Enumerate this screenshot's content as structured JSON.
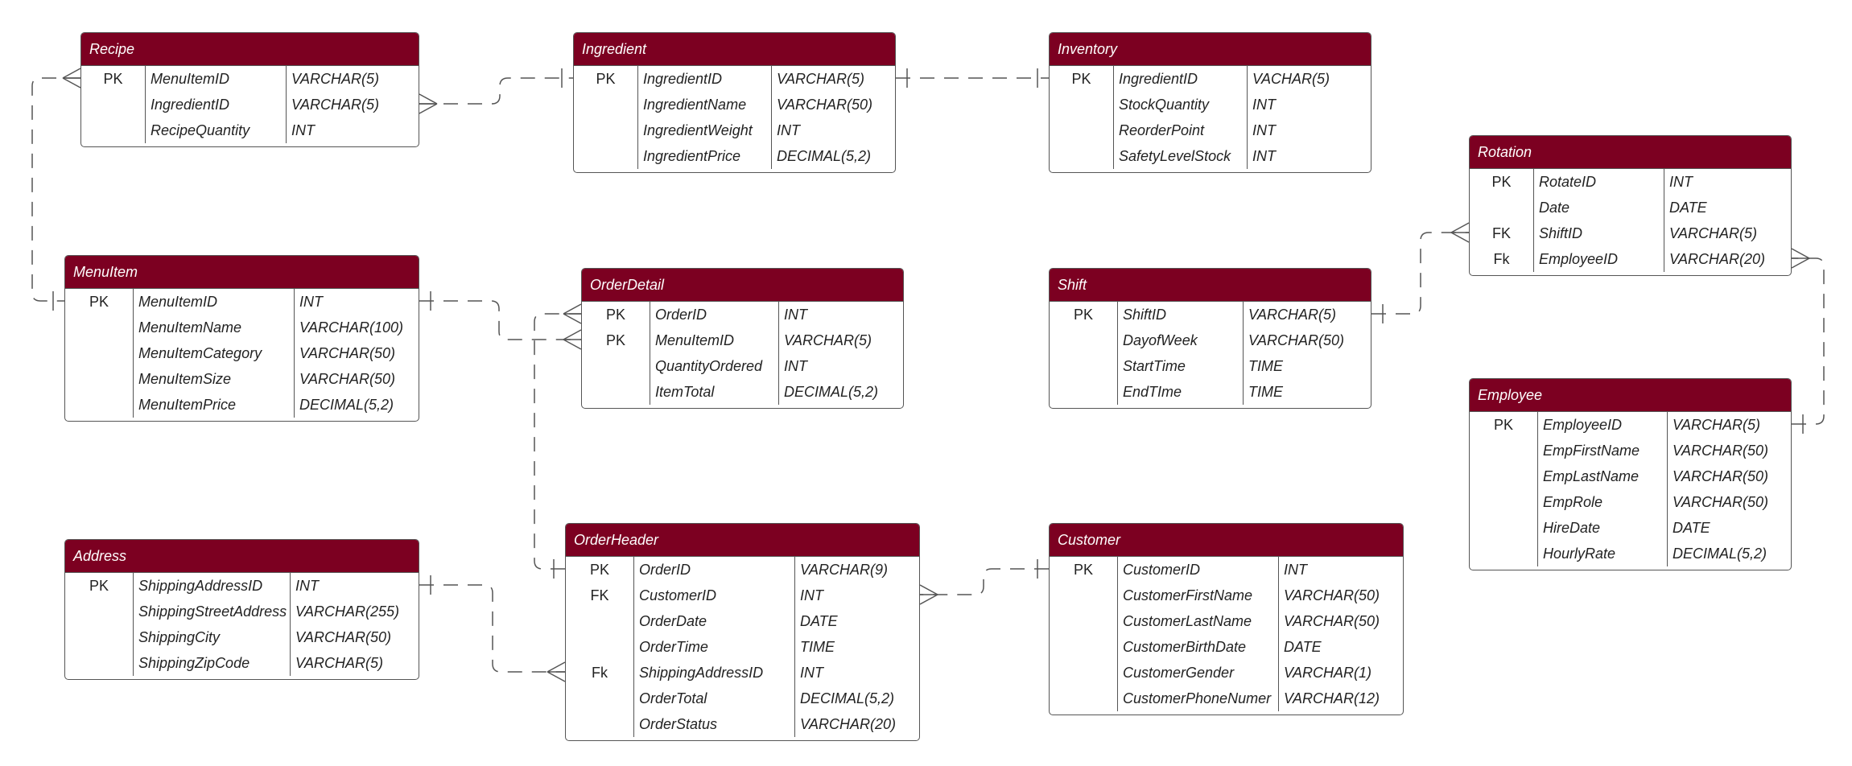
{
  "diagram": {
    "entities": [
      {
        "id": "recipe",
        "name": "Recipe",
        "columns": [
          {
            "key": "PK",
            "name": "MenuItemID",
            "type": "VARCHAR(5)"
          },
          {
            "key": "",
            "name": "IngredientID",
            "type": "VARCHAR(5)"
          },
          {
            "key": "",
            "name": "RecipeQuantity",
            "type": "INT"
          }
        ]
      },
      {
        "id": "ingredient",
        "name": "Ingredient",
        "columns": [
          {
            "key": "PK",
            "name": "IngredientID",
            "type": "VARCHAR(5)"
          },
          {
            "key": "",
            "name": "IngredientName",
            "type": "VARCHAR(50)"
          },
          {
            "key": "",
            "name": "IngredientWeight",
            "type": "INT"
          },
          {
            "key": "",
            "name": "IngredientPrice",
            "type": "DECIMAL(5,2)"
          }
        ]
      },
      {
        "id": "inventory",
        "name": "Inventory",
        "columns": [
          {
            "key": "PK",
            "name": "IngredientID",
            "type": "VACHAR(5)"
          },
          {
            "key": "",
            "name": "StockQuantity",
            "type": "INT"
          },
          {
            "key": "",
            "name": "ReorderPoint",
            "type": "INT"
          },
          {
            "key": "",
            "name": "SafetyLevelStock",
            "type": "INT"
          }
        ]
      },
      {
        "id": "rotation",
        "name": "Rotation",
        "columns": [
          {
            "key": "PK",
            "name": "RotateID",
            "type": "INT"
          },
          {
            "key": "",
            "name": "Date",
            "type": "DATE"
          },
          {
            "key": "FK",
            "name": "ShiftID",
            "type": "VARCHAR(5)"
          },
          {
            "key": "Fk",
            "name": "EmployeeID",
            "type": "VARCHAR(20)"
          }
        ]
      },
      {
        "id": "menuitem",
        "name": "MenuItem",
        "columns": [
          {
            "key": "PK",
            "name": "MenuItemID",
            "type": "INT"
          },
          {
            "key": "",
            "name": "MenuItemName",
            "type": "VARCHAR(100)"
          },
          {
            "key": "",
            "name": "MenuItemCategory",
            "type": "VARCHAR(50)"
          },
          {
            "key": "",
            "name": "MenuItemSize",
            "type": "VARCHAR(50)"
          },
          {
            "key": "",
            "name": "MenuItemPrice",
            "type": "DECIMAL(5,2)"
          }
        ]
      },
      {
        "id": "orderdetail",
        "name": "OrderDetail",
        "columns": [
          {
            "key": "PK",
            "name": "OrderID",
            "type": "INT"
          },
          {
            "key": "PK",
            "name": "MenuItemID",
            "type": "VARCHAR(5)"
          },
          {
            "key": "",
            "name": "QuantityOrdered",
            "type": "INT"
          },
          {
            "key": "",
            "name": "ItemTotal",
            "type": "DECIMAL(5,2)"
          }
        ]
      },
      {
        "id": "shift",
        "name": "Shift",
        "columns": [
          {
            "key": "PK",
            "name": "ShiftID",
            "type": "VARCHAR(5)"
          },
          {
            "key": "",
            "name": "DayofWeek",
            "type": "VARCHAR(50)"
          },
          {
            "key": "",
            "name": "StartTime",
            "type": "TIME"
          },
          {
            "key": "",
            "name": "EndTIme",
            "type": "TIME"
          }
        ]
      },
      {
        "id": "employee",
        "name": "Employee",
        "columns": [
          {
            "key": "PK",
            "name": "EmployeeID",
            "type": "VARCHAR(5)"
          },
          {
            "key": "",
            "name": "EmpFirstName",
            "type": "VARCHAR(50)"
          },
          {
            "key": "",
            "name": "EmpLastName",
            "type": "VARCHAR(50)"
          },
          {
            "key": "",
            "name": "EmpRole",
            "type": "VARCHAR(50)"
          },
          {
            "key": "",
            "name": "HireDate",
            "type": "DATE"
          },
          {
            "key": "",
            "name": "HourlyRate",
            "type": "DECIMAL(5,2)"
          }
        ]
      },
      {
        "id": "address",
        "name": "Address",
        "columns": [
          {
            "key": "PK",
            "name": "ShippingAddressID",
            "type": "INT"
          },
          {
            "key": "",
            "name": "ShippingStreetAddress",
            "type": "VARCHAR(255)"
          },
          {
            "key": "",
            "name": "ShippingCity",
            "type": "VARCHAR(50)"
          },
          {
            "key": "",
            "name": "ShippingZipCode",
            "type": "VARCHAR(5)"
          }
        ]
      },
      {
        "id": "orderheader",
        "name": "OrderHeader",
        "columns": [
          {
            "key": "PK",
            "name": "OrderID",
            "type": "VARCHAR(9)"
          },
          {
            "key": "FK",
            "name": "CustomerID",
            "type": "INT"
          },
          {
            "key": "",
            "name": "OrderDate",
            "type": "DATE"
          },
          {
            "key": "",
            "name": "OrderTime",
            "type": "TIME"
          },
          {
            "key": "Fk",
            "name": "ShippingAddressID",
            "type": "INT"
          },
          {
            "key": "",
            "name": "OrderTotal",
            "type": "DECIMAL(5,2)"
          },
          {
            "key": "",
            "name": "OrderStatus",
            "type": "VARCHAR(20)"
          }
        ]
      },
      {
        "id": "customer",
        "name": "Customer",
        "columns": [
          {
            "key": "PK",
            "name": "CustomerID",
            "type": "INT"
          },
          {
            "key": "",
            "name": "CustomerFirstName",
            "type": "VARCHAR(50)"
          },
          {
            "key": "",
            "name": "CustomerLastName",
            "type": "VARCHAR(50)"
          },
          {
            "key": "",
            "name": "CustomerBirthDate",
            "type": "DATE"
          },
          {
            "key": "",
            "name": "CustomerGender",
            "type": "VARCHAR(1)"
          },
          {
            "key": "",
            "name": "CustomerPhoneNumer",
            "type": "VARCHAR(12)"
          }
        ]
      }
    ],
    "relationships": [
      {
        "from": "recipe",
        "to": "ingredient",
        "from_end": "many",
        "to_end": "one"
      },
      {
        "from": "ingredient",
        "to": "inventory",
        "from_end": "one",
        "to_end": "one"
      },
      {
        "from": "recipe",
        "to": "menuitem",
        "from_end": "many",
        "to_end": "one"
      },
      {
        "from": "menuitem",
        "to": "orderdetail",
        "from_end": "one",
        "to_end": "many"
      },
      {
        "from": "orderheader",
        "to": "orderdetail",
        "from_end": "one",
        "to_end": "many"
      },
      {
        "from": "shift",
        "to": "rotation",
        "from_end": "one",
        "to_end": "many"
      },
      {
        "from": "employee",
        "to": "rotation",
        "from_end": "one",
        "to_end": "many"
      },
      {
        "from": "address",
        "to": "orderheader",
        "from_end": "one",
        "to_end": "many"
      },
      {
        "from": "customer",
        "to": "orderheader",
        "from_end": "one",
        "to_end": "many"
      }
    ]
  }
}
